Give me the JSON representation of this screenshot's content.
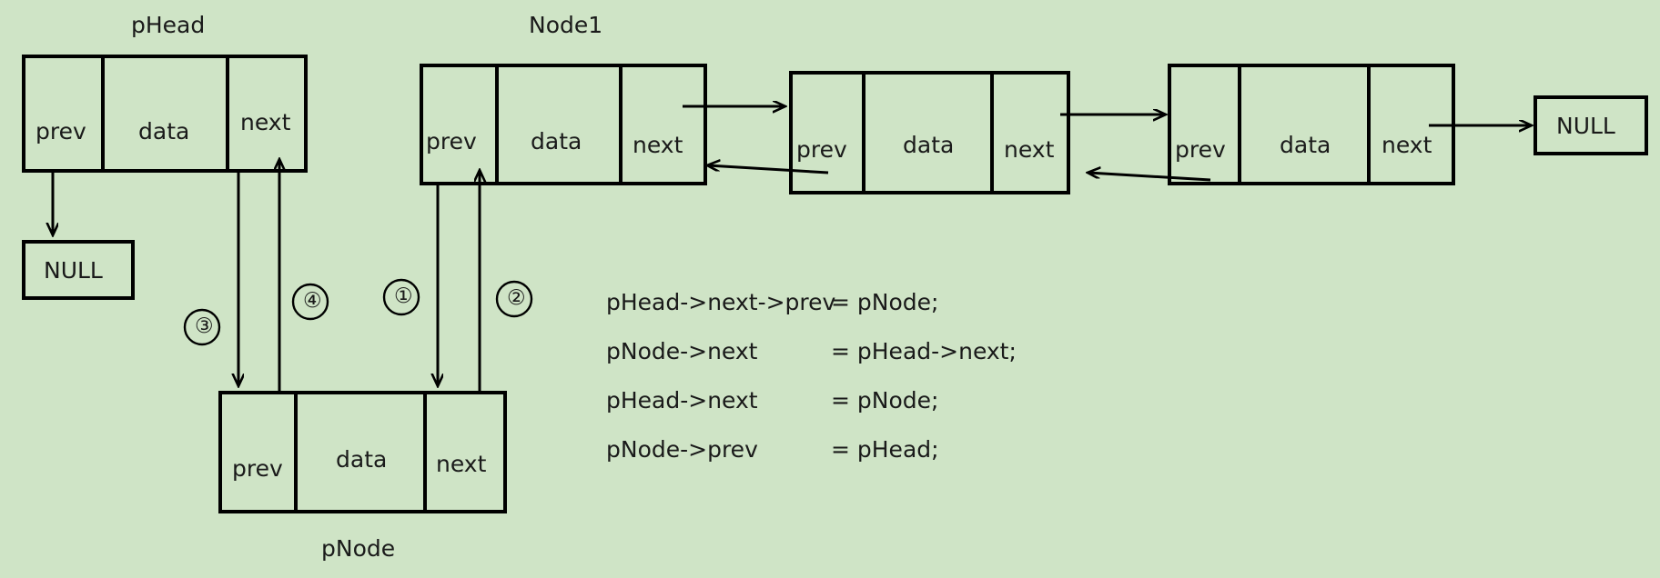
{
  "diagram": {
    "title_labels": {
      "phead": "pHead",
      "node1": "Node1",
      "pnode": "pNode"
    },
    "cell_labels": {
      "prev": "prev",
      "data": "data",
      "next": "next"
    },
    "null_labels": {
      "left": "NULL",
      "right": "NULL"
    },
    "step_markers": [
      {
        "id": "one",
        "label": "①"
      },
      {
        "id": "two",
        "label": "②"
      },
      {
        "id": "three",
        "label": "③"
      },
      {
        "id": "four",
        "label": "④"
      }
    ],
    "code_lines": [
      {
        "lhs": "pHead->next->prev",
        "rhs": "= pNode;",
        "inline": "pHead->next->prev = pNode;"
      },
      {
        "lhs": "pNode->next",
        "rhs": "= pHead->next;",
        "inline": "pNode->next          = pHead->next;"
      },
      {
        "lhs": "pHead->next",
        "rhs": "= pNode;",
        "inline": "pHead->next          = pNode;"
      },
      {
        "lhs": "pNode->prev",
        "rhs": "= pHead;",
        "inline": "pNode->prev          = pHead;"
      }
    ],
    "colors": {
      "background": "#cfe4c6",
      "stroke": "#000000",
      "text": "#1a1a1a"
    }
  }
}
